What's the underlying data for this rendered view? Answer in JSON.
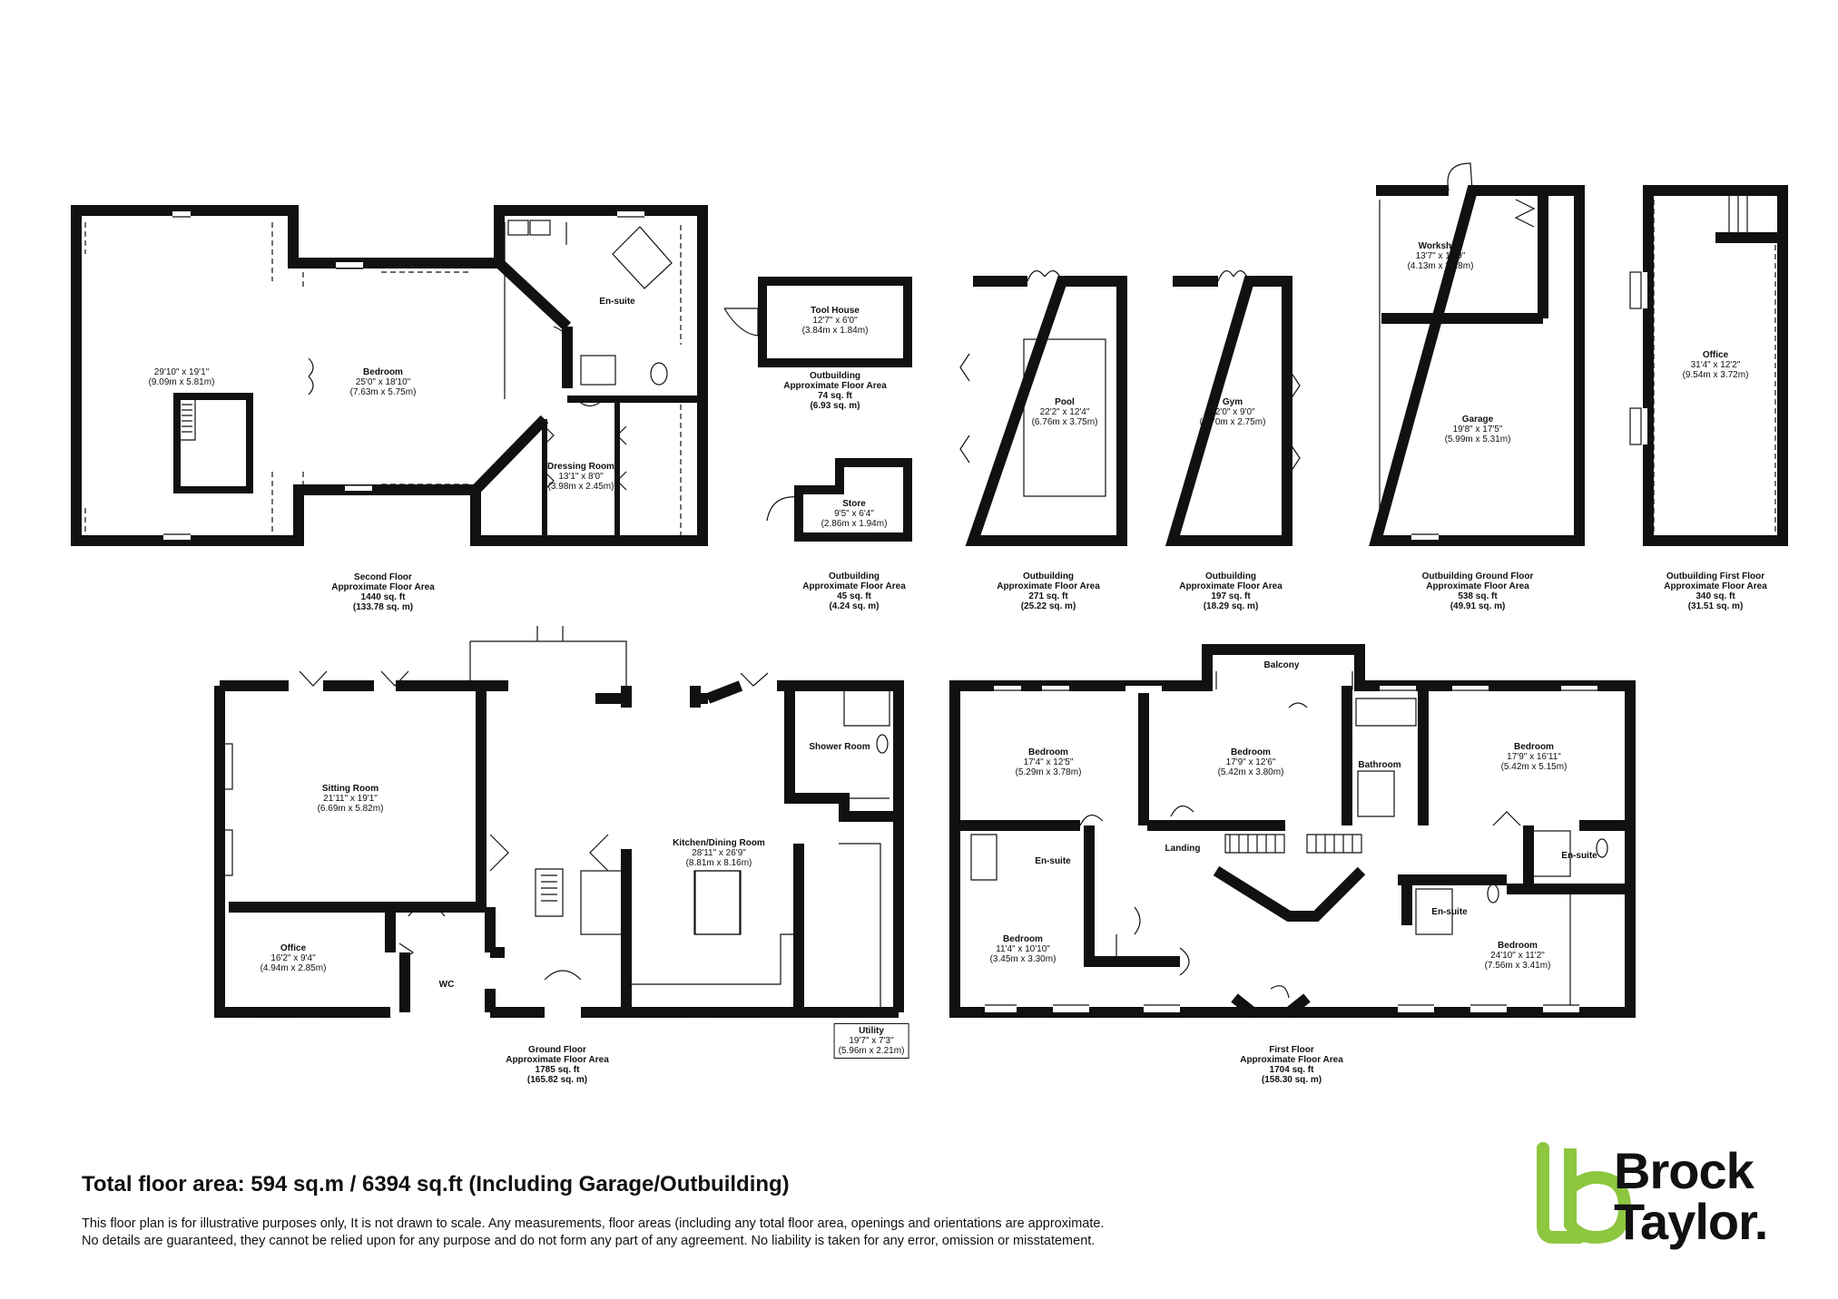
{
  "floors": {
    "second_floor": {
      "label": "Second Floor",
      "area_title": "Approximate Floor Area",
      "sqft": "1440 sq. ft",
      "sqm": "(133.78 sq. m)",
      "rooms": [
        {
          "name": "",
          "dims": "29'10\" x 19'1\"",
          "metric": "(9.09m x 5.81m)"
        },
        {
          "name": "Bedroom",
          "dims": "25'0\" x 18'10\"",
          "metric": "(7.63m x 5.75m)"
        },
        {
          "name": "En-suite",
          "dims": "",
          "metric": ""
        },
        {
          "name": "Dressing Room",
          "dims": "13'1\" x 8'0\"",
          "metric": "(3.98m x 2.45m)"
        }
      ]
    },
    "outbuilding_tool": {
      "label": "Outbuilding",
      "area_title": "Approximate Floor Area",
      "sqft": "74 sq. ft",
      "sqm": "(6.93 sq. m)",
      "rooms": [
        {
          "name": "Tool House",
          "dims": "12'7\" x 6'0\"",
          "metric": "(3.84m x 1.84m)"
        }
      ]
    },
    "outbuilding_store": {
      "label": "Outbuilding",
      "area_title": "Approximate Floor Area",
      "sqft": "45 sq. ft",
      "sqm": "(4.24 sq. m)",
      "rooms": [
        {
          "name": "Store",
          "dims": "9'5\" x 6'4\"",
          "metric": "(2.86m x 1.94m)"
        }
      ]
    },
    "outbuilding_pool": {
      "label": "Outbuilding",
      "area_title": "Approximate Floor Area",
      "sqft": "271 sq. ft",
      "sqm": "(25.22 sq. m)",
      "rooms": [
        {
          "name": "Pool",
          "dims": "22'2\" x 12'4\"",
          "metric": "(6.76m x 3.75m)"
        }
      ]
    },
    "outbuilding_gym": {
      "label": "Outbuilding",
      "area_title": "Approximate Floor Area",
      "sqft": "197 sq. ft",
      "sqm": "(18.29 sq. m)",
      "rooms": [
        {
          "name": "Gym",
          "dims": "22'0\" x 9'0\"",
          "metric": "(6.70m x 2.75m)"
        }
      ]
    },
    "outbuilding_ground": {
      "label": "Outbuilding Ground Floor",
      "area_title": "Approximate Floor Area",
      "sqft": "538 sq. ft",
      "sqm": "(49.91 sq. m)",
      "rooms": [
        {
          "name": "Workshop",
          "dims": "13'7\" x 10'9\"",
          "metric": "(4.13m x 3.28m)"
        },
        {
          "name": "Garage",
          "dims": "19'8\" x 17'5\"",
          "metric": "(5.99m x 5.31m)"
        }
      ]
    },
    "outbuilding_first": {
      "label": "Outbuilding First Floor",
      "area_title": "Approximate Floor Area",
      "sqft": "340 sq. ft",
      "sqm": "(31.51 sq. m)",
      "rooms": [
        {
          "name": "Office",
          "dims": "31'4\" x 12'2\"",
          "metric": "(9.54m x 3.72m)"
        }
      ]
    },
    "ground_floor": {
      "label": "Ground Floor",
      "area_title": "Approximate Floor Area",
      "sqft": "1785 sq. ft",
      "sqm": "(165.82 sq. m)",
      "rooms": [
        {
          "name": "Sitting Room",
          "dims": "21'11\" x 19'1\"",
          "metric": "(6.69m x 5.82m)"
        },
        {
          "name": "Kitchen/Dining Room",
          "dims": "28'11\" x 26'9\"",
          "metric": "(8.81m x 8.16m)"
        },
        {
          "name": "Shower Room",
          "dims": "",
          "metric": ""
        },
        {
          "name": "Office",
          "dims": "16'2\" x 9'4\"",
          "metric": "(4.94m x 2.85m)"
        },
        {
          "name": "WC",
          "dims": "",
          "metric": ""
        },
        {
          "name": "Utility",
          "dims": "19'7\" x 7'3\"",
          "metric": "(5.96m x 2.21m)"
        }
      ]
    },
    "first_floor": {
      "label": "First Floor",
      "area_title": "Approximate Floor Area",
      "sqft": "1704 sq. ft",
      "sqm": "(158.30 sq. m)",
      "rooms": [
        {
          "name": "Balcony",
          "dims": "",
          "metric": ""
        },
        {
          "name": "Bedroom",
          "dims": "17'4\" x 12'5\"",
          "metric": "(5.29m x 3.78m)"
        },
        {
          "name": "Bedroom",
          "dims": "17'9\" x 12'6\"",
          "metric": "(5.42m x 3.80m)"
        },
        {
          "name": "Bathroom",
          "dims": "",
          "metric": ""
        },
        {
          "name": "Bedroom",
          "dims": "17'9\" x 16'11\"",
          "metric": "(5.42m x 5.15m)"
        },
        {
          "name": "En-suite",
          "dims": "",
          "metric": ""
        },
        {
          "name": "Landing",
          "dims": "",
          "metric": ""
        },
        {
          "name": "En-suite",
          "dims": "",
          "metric": ""
        },
        {
          "name": "Bedroom",
          "dims": "11'4\" x 10'10\"",
          "metric": "(3.45m x 3.30m)"
        },
        {
          "name": "En-suite",
          "dims": "",
          "metric": ""
        },
        {
          "name": "Bedroom",
          "dims": "24'10\" x 11'2\"",
          "metric": "(7.56m x 3.41m)"
        }
      ]
    }
  },
  "footer": {
    "total": "Total floor area: 594 sq.m / 6394 sq.ft (Including Garage/Outbuilding)",
    "disclaimer_lines": [
      "This floor plan is for illustrative purposes only, It is not drawn to scale. Any measurements, floor areas (including any total floor area, openings and orientations are approximate.",
      "No details are guaranteed, they cannot be relied upon for any purpose and do not form any part of any agreement. No liability is taken for any error, omission or misstatement."
    ]
  },
  "brand": {
    "line1": "Brock",
    "line2": "Taylor.",
    "accent_color": "#8dc63f"
  }
}
